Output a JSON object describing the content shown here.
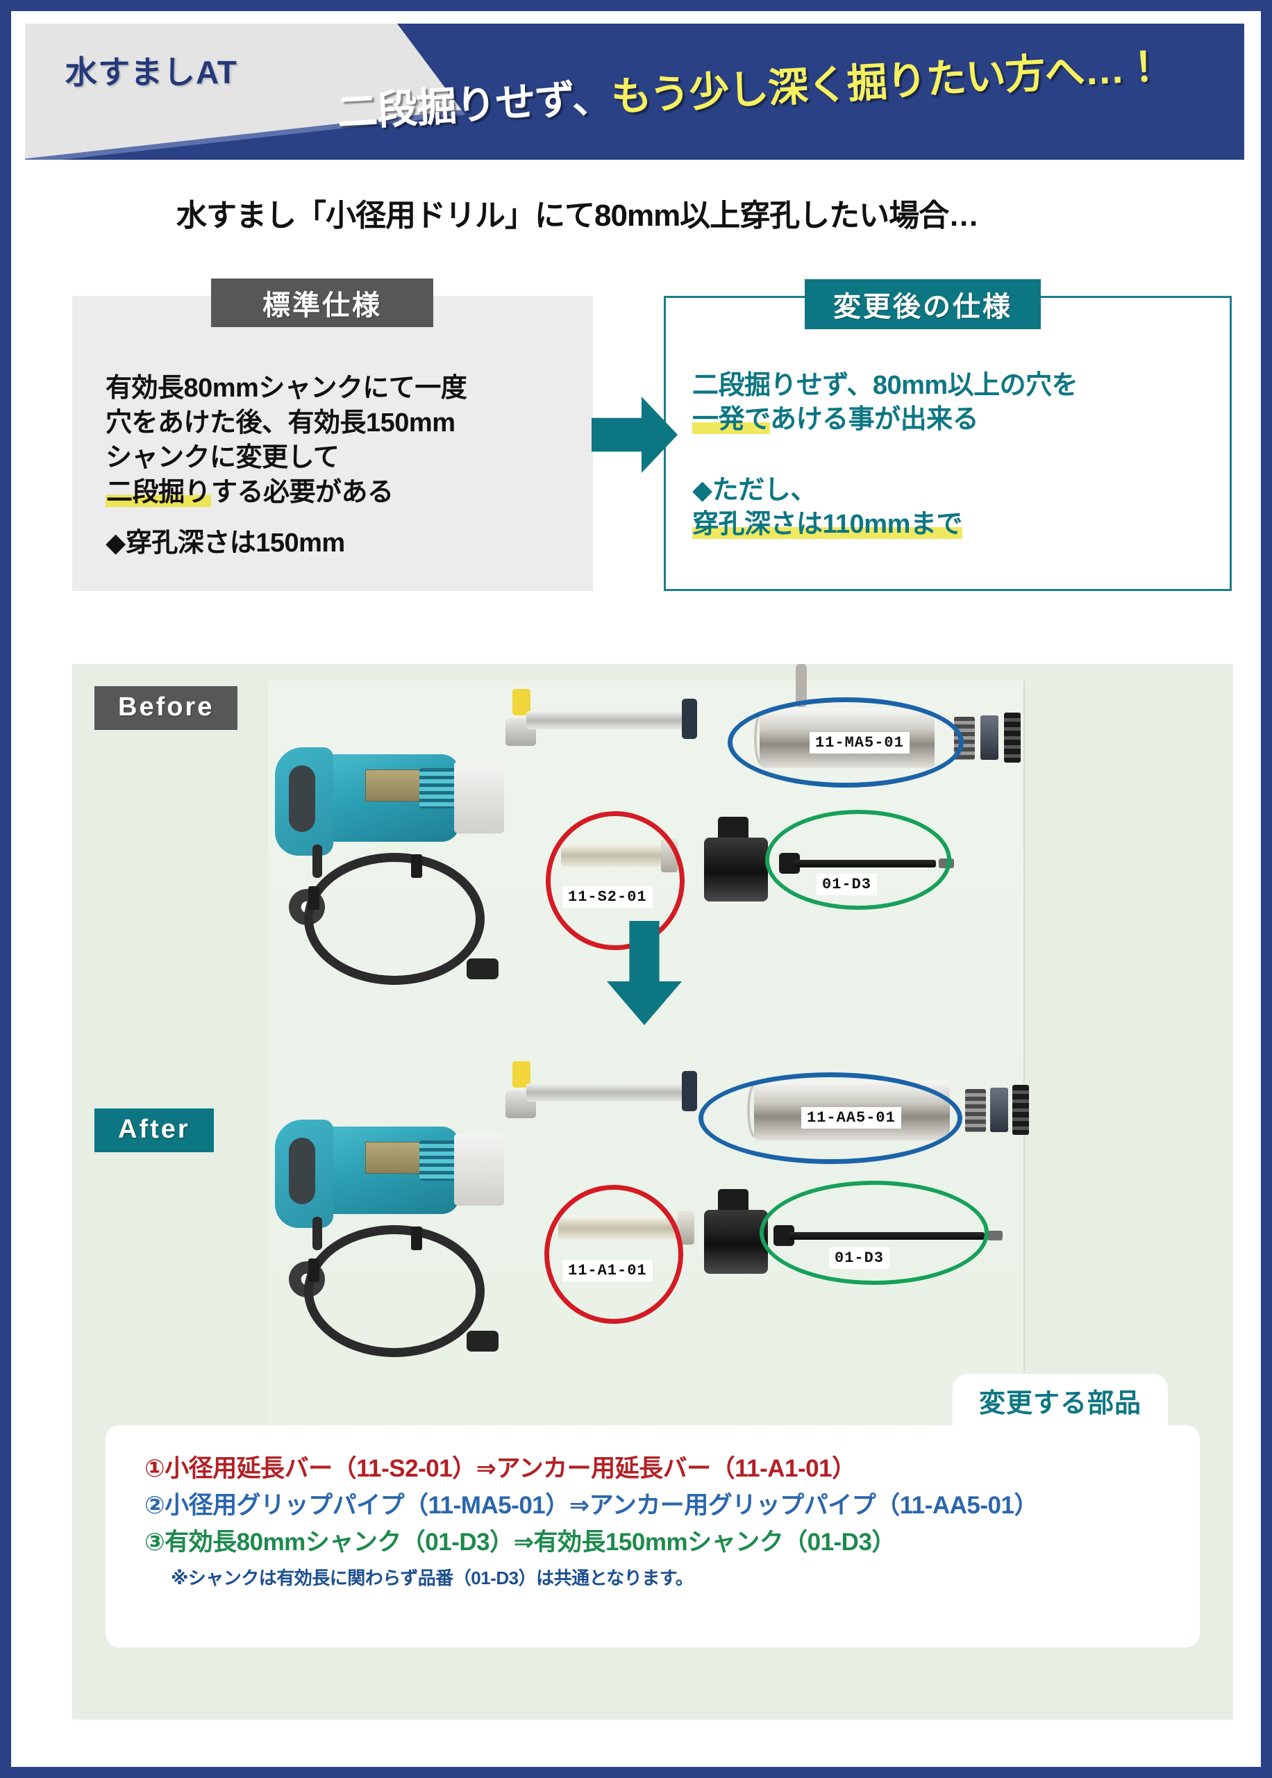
{
  "header": {
    "brand": "水すましAT",
    "headline_white": "二段掘りせず、",
    "headline_yellow": "もう少し深く掘りたい方へ…！"
  },
  "subtitle": "水すまし「小径用ドリル」にて80mm以上穿孔したい場合…",
  "standard_spec": {
    "tag": "標準仕様",
    "line1": "有効長80mmシャンクにて一度",
    "line2": "穴をあけた後、有効長150mm",
    "line3": "シャンクに変更して",
    "line4_highlight": "二段掘り",
    "line4_rest": "する必要がある",
    "note": "◆穿孔深さは150mm"
  },
  "new_spec": {
    "tag": "変更後の仕様",
    "line1": "二段掘りせず、80mm以上の穴を",
    "line2_highlight": "一発で",
    "line2_rest": "あける事が出来る",
    "caveat1": "◆ただし、",
    "caveat2_highlight": "穿孔深さは110mmまで"
  },
  "photos": {
    "before_badge": "Before",
    "after_badge": "After",
    "before_labels": {
      "grip_pipe": "11-MA5-01",
      "ext_bar": "11-S2-01",
      "shank": "01-D3"
    },
    "after_labels": {
      "grip_pipe": "11-AA5-01",
      "ext_bar": "11-A1-01",
      "shank": "01-D3"
    }
  },
  "parts": {
    "tab_label": "変更する部品",
    "items": [
      "①小径用延長バー（11-S2-01）⇒アンカー用延長バー（11-A1-01）",
      "②小径用グリップパイプ（11-MA5-01）⇒アンカー用グリップパイプ（11-AA5-01）",
      "③有効長80mmシャンク（01-D3）⇒有効長150mmシャンク（01-D3）"
    ],
    "note": "※シャンクは有効長に関わらず品番（01-D3）は共通となります。"
  },
  "colors": {
    "navy": "#2a4185",
    "teal": "#0d7683",
    "gray_tag": "#575757",
    "highlight_yellow": "#ede654",
    "photo_bg": "#e7efe5",
    "red": "#b32025",
    "blue": "#2a66ad",
    "green": "#1d8a4c"
  }
}
